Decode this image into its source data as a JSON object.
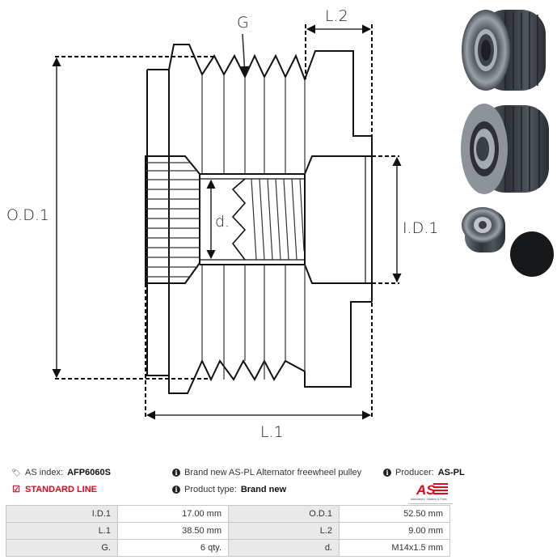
{
  "drawing": {
    "labels": {
      "groove": "G",
      "l2": "L.2",
      "od1": "O.D.1",
      "id1": "I.D.1",
      "d": "d.",
      "l1": "L.1"
    }
  },
  "photos": [
    {
      "name": "pulley-front-view",
      "alt": "freewheel pulley front"
    },
    {
      "name": "pulley-back-view",
      "alt": "freewheel pulley back"
    },
    {
      "name": "pulley-small-view",
      "alt": "freewheel pulley with cap"
    },
    {
      "name": "pulley-cap",
      "alt": "black cap"
    }
  ],
  "info": {
    "as_index_label": "AS index:",
    "as_index_value": "AFP6060S",
    "standard_line": "STANDARD LINE",
    "description": "Brand new AS-PL Alternator freewheel pulley",
    "product_type_label": "Product type:",
    "product_type_value": "Brand new",
    "producer_label": "Producer:",
    "producer_value": "AS-PL",
    "logo_text": "AS",
    "logo_tagline": "Alternators, Starters & Parts",
    "icons": {
      "tag": "tags-icon",
      "check": "check-square-icon",
      "info": "info-circle-icon"
    },
    "colors": {
      "accent_red": "#e3051b"
    }
  },
  "specs": [
    {
      "k1": "I.D.1",
      "v1": "17.00 mm",
      "k2": "O.D.1",
      "v2": "52.50 mm"
    },
    {
      "k1": "L.1",
      "v1": "38.50 mm",
      "k2": "L.2",
      "v2": "9.00 mm"
    },
    {
      "k1": "G.",
      "v1": "6 qty.",
      "k2": "d.",
      "v2": "M14x1.5 mm"
    }
  ]
}
